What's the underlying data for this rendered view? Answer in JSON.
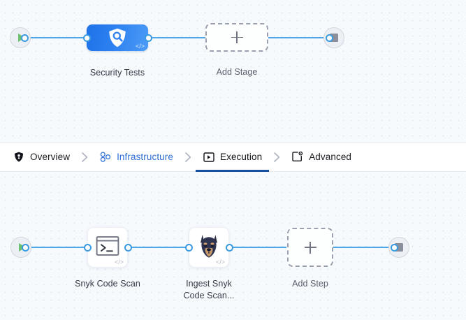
{
  "tabs": {
    "items": [
      {
        "id": "overview",
        "label": "Overview",
        "icon": "shield-icon",
        "state": "default"
      },
      {
        "id": "infrastructure",
        "label": "Infrastructure",
        "icon": "topology-icon",
        "state": "link"
      },
      {
        "id": "execution",
        "label": "Execution",
        "icon": "play-window-icon",
        "state": "active"
      },
      {
        "id": "advanced",
        "label": "Advanced",
        "icon": "card-gear-icon",
        "state": "default"
      }
    ],
    "separator_icon": "chevron-right-icon",
    "active_underline_color": "#15509e",
    "link_color": "#2c6fd6"
  },
  "stage_pipeline": {
    "start_node": {
      "icon": "play-icon",
      "color": "#6cc070"
    },
    "end_node": {
      "icon": "stop-icon",
      "color": "#8b8f9b"
    },
    "nodes": [
      {
        "id": "security-tests",
        "label": "Security Tests",
        "icon": "security-shield-scan-icon",
        "type": "stage",
        "color": "#2f82f0",
        "badge": "</>"
      },
      {
        "id": "add-stage",
        "label": "Add Stage",
        "icon": "plus-icon",
        "type": "add"
      }
    ]
  },
  "step_pipeline": {
    "start_node": {
      "icon": "play-icon",
      "color": "#6cc070"
    },
    "end_node": {
      "icon": "stop-icon",
      "color": "#8b8f9b"
    },
    "nodes": [
      {
        "id": "snyk-code-scan",
        "label": "Snyk Code Scan",
        "icon": "terminal-icon",
        "type": "step",
        "badge": "</>"
      },
      {
        "id": "ingest-snyk",
        "label_line1": "Ingest Snyk",
        "label_line2": "Code Scan...",
        "icon": "doberman-icon",
        "type": "step",
        "badge": "</>"
      },
      {
        "id": "add-step",
        "label": "Add Step",
        "icon": "plus-icon",
        "type": "add"
      }
    ]
  },
  "canvas": {
    "background_color": "#f7fafd",
    "dot_color": "#dfe6ee",
    "connector_color": "#4da6e8"
  }
}
